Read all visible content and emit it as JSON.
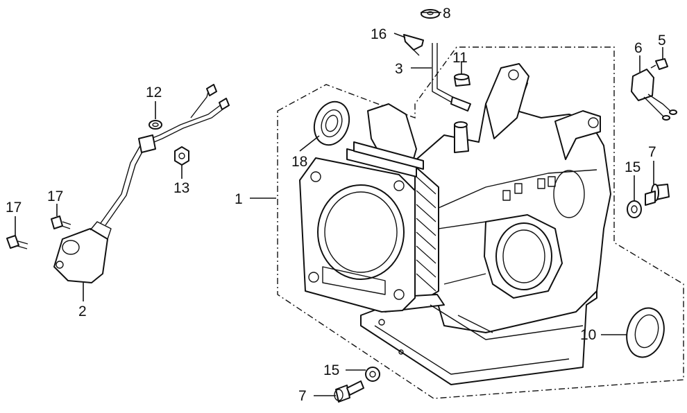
{
  "diagram": {
    "callouts": [
      {
        "id": "callout-1",
        "text": "1"
      },
      {
        "id": "callout-2",
        "text": "2"
      },
      {
        "id": "callout-3",
        "text": "3"
      },
      {
        "id": "callout-5",
        "text": "5"
      },
      {
        "id": "callout-6",
        "text": "6"
      },
      {
        "id": "callout-7-right",
        "text": "7"
      },
      {
        "id": "callout-7-bottom",
        "text": "7"
      },
      {
        "id": "callout-8",
        "text": "8"
      },
      {
        "id": "callout-10",
        "text": "10"
      },
      {
        "id": "callout-11",
        "text": "11"
      },
      {
        "id": "callout-12",
        "text": "12"
      },
      {
        "id": "callout-13",
        "text": "13"
      },
      {
        "id": "callout-15-right",
        "text": "15"
      },
      {
        "id": "callout-15-bottom",
        "text": "15"
      },
      {
        "id": "callout-16",
        "text": "16"
      },
      {
        "id": "callout-17-left",
        "text": "17"
      },
      {
        "id": "callout-17-mid",
        "text": "17"
      },
      {
        "id": "callout-18",
        "text": "18"
      }
    ],
    "parts": [
      {
        "number": "1",
        "icon": "crankcase-icon"
      },
      {
        "number": "2",
        "icon": "oil-level-switch-icon"
      },
      {
        "number": "3",
        "icon": "breather-tube-icon"
      },
      {
        "number": "5",
        "icon": "bolt-icon"
      },
      {
        "number": "6",
        "icon": "connector-icon"
      },
      {
        "number": "7",
        "icon": "flange-bolt-icon"
      },
      {
        "number": "8",
        "icon": "washer-icon"
      },
      {
        "number": "10",
        "icon": "oil-seal-icon"
      },
      {
        "number": "11",
        "icon": "grommet-icon"
      },
      {
        "number": "12",
        "icon": "clip-icon"
      },
      {
        "number": "13",
        "icon": "nut-icon"
      },
      {
        "number": "15",
        "icon": "washer-icon"
      },
      {
        "number": "16",
        "icon": "clamp-icon"
      },
      {
        "number": "17",
        "icon": "bolt-icon"
      },
      {
        "number": "18",
        "icon": "bearing-icon"
      }
    ]
  }
}
